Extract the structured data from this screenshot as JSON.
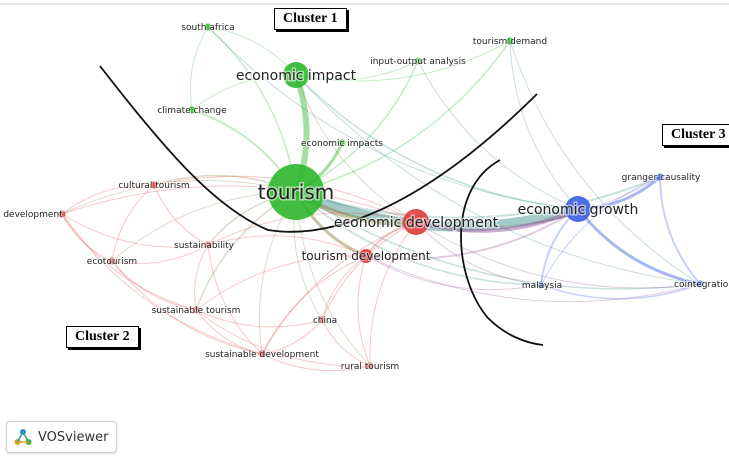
{
  "clusters": {
    "c1": "Cluster 1",
    "c2": "Cluster 2",
    "c3": "Cluster 3"
  },
  "colors": {
    "green": "#2db82d",
    "red": "#e03b3b",
    "blue": "#3d5ee0",
    "divider": "#111111"
  },
  "brand": {
    "label": "VOSviewer",
    "icon": "vosviewer-logo-icon"
  },
  "nodes": [
    {
      "label": "tourism",
      "cluster": "green",
      "size": "xl"
    },
    {
      "label": "economic impact",
      "cluster": "green",
      "size": "l"
    },
    {
      "label": "south africa",
      "cluster": "green",
      "size": "s"
    },
    {
      "label": "input-output analysis",
      "cluster": "green",
      "size": "s"
    },
    {
      "label": "tourism demand",
      "cluster": "green",
      "size": "s"
    },
    {
      "label": "climate change",
      "cluster": "green",
      "size": "s"
    },
    {
      "label": "economic impacts",
      "cluster": "green",
      "size": "s"
    },
    {
      "label": "economic development",
      "cluster": "red",
      "size": "l"
    },
    {
      "label": "tourism development",
      "cluster": "red",
      "size": "m"
    },
    {
      "label": "cultural tourism",
      "cluster": "red",
      "size": "s"
    },
    {
      "label": "development",
      "cluster": "red",
      "size": "s"
    },
    {
      "label": "sustainability",
      "cluster": "red",
      "size": "s"
    },
    {
      "label": "ecotourism",
      "cluster": "red",
      "size": "s"
    },
    {
      "label": "sustainable tourism",
      "cluster": "red",
      "size": "s"
    },
    {
      "label": "china",
      "cluster": "red",
      "size": "s"
    },
    {
      "label": "sustainable development",
      "cluster": "red",
      "size": "s"
    },
    {
      "label": "rural tourism",
      "cluster": "red",
      "size": "s"
    },
    {
      "label": "economic growth",
      "cluster": "blue",
      "size": "l"
    },
    {
      "label": "granger causality",
      "cluster": "blue",
      "size": "s"
    },
    {
      "label": "malaysia",
      "cluster": "blue",
      "size": "s"
    },
    {
      "label": "cointegration",
      "cluster": "blue",
      "size": "s"
    }
  ]
}
